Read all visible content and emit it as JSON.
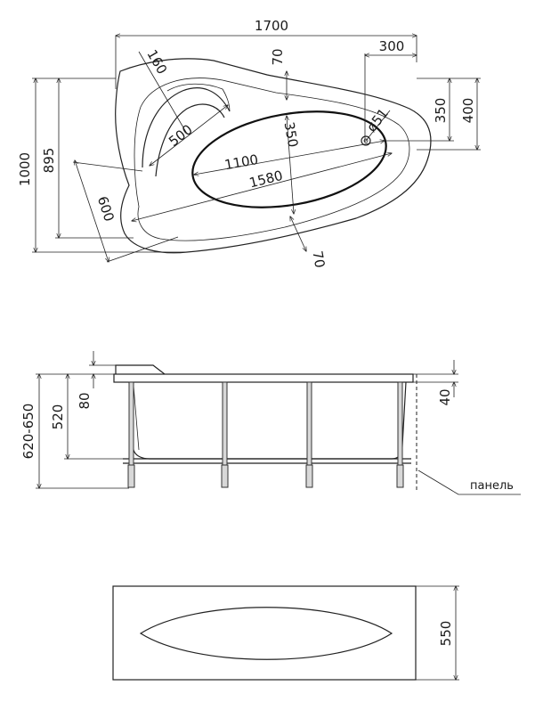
{
  "top_view": {
    "overall_length": "1700",
    "overall_width": "1000",
    "inner_width": "895",
    "rim_top": "70",
    "rim_bottom": "70",
    "drain_offset": "300",
    "drain_y_inner": "350",
    "drain_y_outer": "400",
    "inner_bowl_depth": "350",
    "inner_bowl_length": "1100",
    "bowl_length": "1580",
    "headrest_width": "500",
    "headrest_offset": "160",
    "backrest_width": "600",
    "drain_diameter": "ø51"
  },
  "side_view": {
    "total_height": "620-650",
    "tub_depth": "520",
    "headrest_height": "80",
    "rim_thickness": "40",
    "panel_label": "панель"
  },
  "panel_view": {
    "height": "550"
  }
}
